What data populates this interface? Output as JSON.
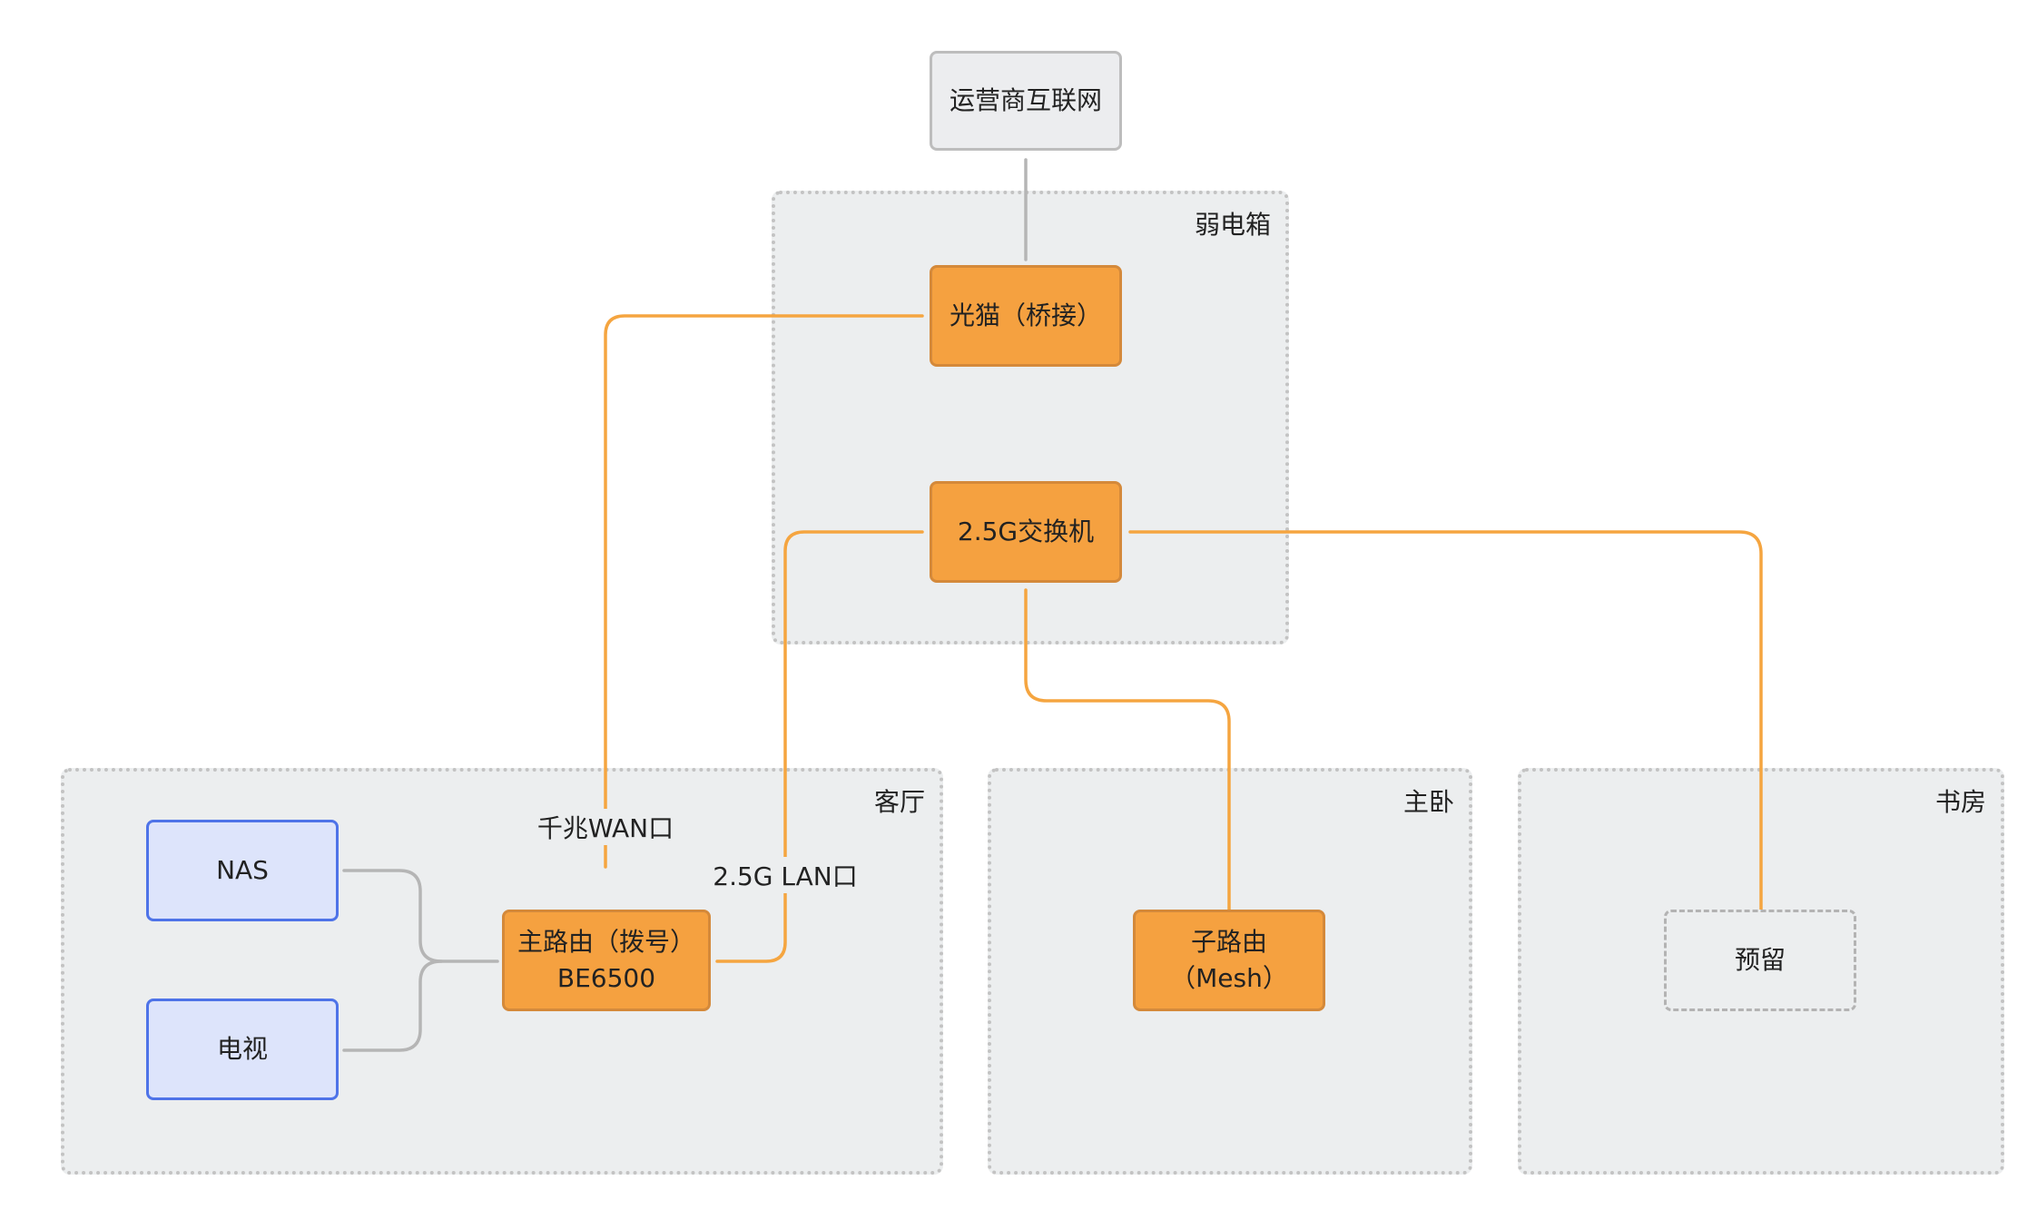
{
  "groups": {
    "ruodianxiang": "弱电箱",
    "keting": "客厅",
    "zhuwo": "主卧",
    "shufang": "书房"
  },
  "nodes": {
    "isp": "运营商互联网",
    "modem": "光猫（桥接）",
    "switch": "2.5G交换机",
    "main_router_line1": "主路由（拨号）",
    "main_router_line2": "BE6500",
    "nas": "NAS",
    "tv": "电视",
    "sub_router_line1": "子路由",
    "sub_router_line2": "（Mesh）",
    "reserved": "预留"
  },
  "edge_labels": {
    "wan": "千兆WAN口",
    "lan": "2.5G LAN口"
  },
  "colors": {
    "orange_link": "#f5a540",
    "gray_link": "#b5b5b5",
    "orange_node": "#f5a140",
    "blue_node": "#dde4fb",
    "group_bg": "#eceeef"
  }
}
